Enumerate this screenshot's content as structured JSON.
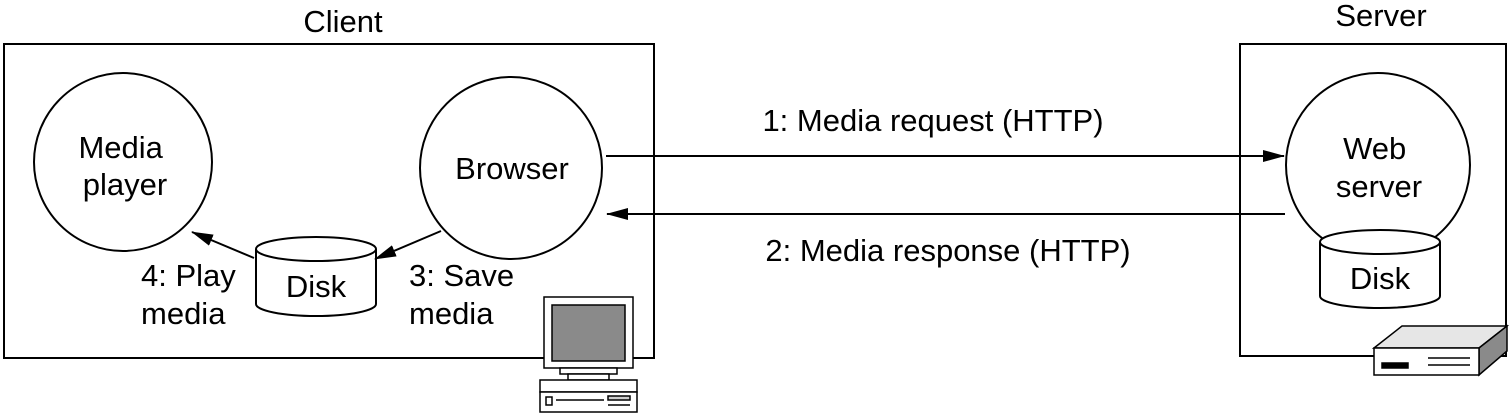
{
  "client": {
    "title": "Client",
    "media_player": [
      "Media",
      "player"
    ],
    "browser": "Browser",
    "disk": "Disk",
    "play_media": [
      "4: Play",
      "media"
    ],
    "save_media": [
      "3: Save",
      "media"
    ]
  },
  "server": {
    "title": "Server",
    "web_server": [
      "Web",
      "server"
    ],
    "disk": "Disk"
  },
  "messages": {
    "request": "1: Media request (HTTP)",
    "response": "2: Media response (HTTP)"
  },
  "icons": {
    "client_computer": "desktop-computer-icon",
    "server_device": "server-box-icon"
  }
}
